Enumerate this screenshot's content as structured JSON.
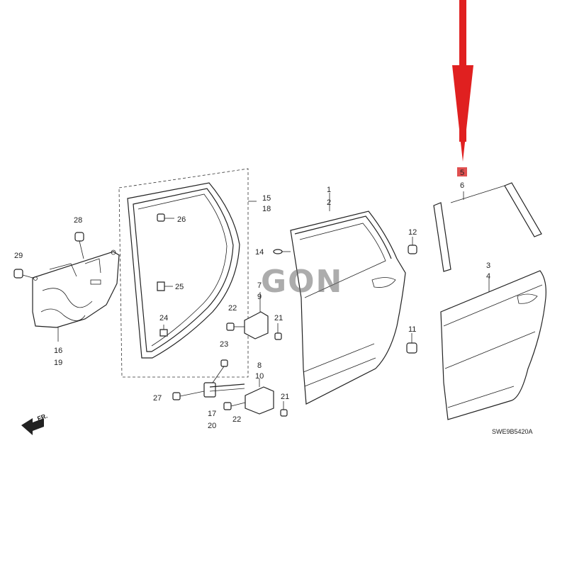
{
  "diagram": {
    "callouts": {
      "c1": "1",
      "c2": "2",
      "c3": "3",
      "c4": "4",
      "c5": "5",
      "c6": "6",
      "c7": "7",
      "c8": "8",
      "c9": "9",
      "c10": "10",
      "c11": "11",
      "c12": "12",
      "c14": "14",
      "c15": "15",
      "c16": "16",
      "c17": "17",
      "c18": "18",
      "c19": "19",
      "c20": "20",
      "c21a": "21",
      "c21b": "21",
      "c22a": "22",
      "c22b": "22",
      "c23": "23",
      "c24": "24",
      "c25": "25",
      "c26": "26",
      "c27": "27",
      "c28": "28",
      "c29": "29"
    },
    "watermark": "GON",
    "front_marker": "FR.",
    "diagram_code": "SWE9B5420A",
    "highlight_color": "#e02020"
  }
}
